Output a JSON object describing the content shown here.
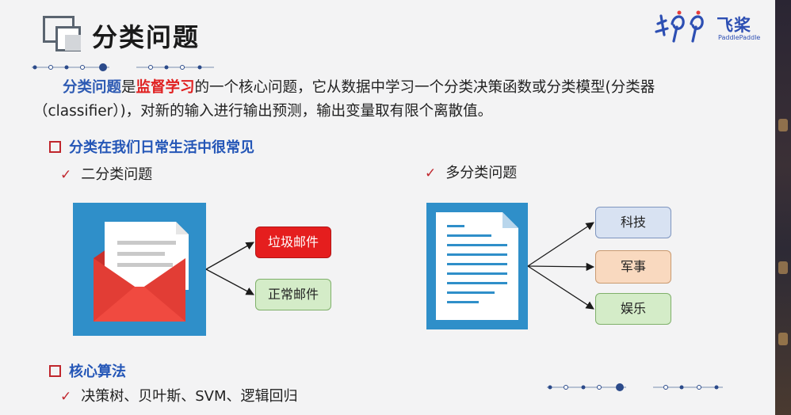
{
  "slide": {
    "title": "分类问题",
    "brand": {
      "name_cn": "飞桨",
      "name_en": "PaddlePaddle"
    },
    "intro": {
      "term": "分类问题",
      "is_word": "是",
      "supervised": "监督学习",
      "rest": "的一个核心问题，它从数据中学习一个分类决策函数或分类模型(分类器（classifier）)，对新的输入进行输出预测，输出变量取有限个离散值。"
    },
    "section1": {
      "heading": "分类在我们日常生活中很常见",
      "binary": {
        "label": "二分类问题",
        "classes": [
          "垃圾邮件",
          "正常邮件"
        ]
      },
      "multi": {
        "label": "多分类问题",
        "classes": [
          "科技",
          "军事",
          "娱乐"
        ]
      }
    },
    "section2": {
      "heading": "核心算法",
      "algorithms": "决策树、贝叶斯、SVM、逻辑回归"
    },
    "colors": {
      "accent_blue": "#2456b7",
      "accent_red": "#c0262d",
      "icon_bg": "#2f8fc9"
    },
    "icons": [
      "title-square-icon",
      "paddle-logo-icon",
      "checkbox-bullet-icon",
      "check-mark-icon",
      "envelope-icon",
      "document-icon",
      "arrow-icon"
    ]
  }
}
